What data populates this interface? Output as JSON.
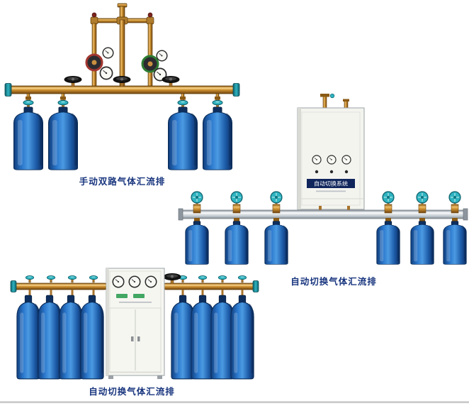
{
  "page": {
    "background_color": "#ffffff"
  },
  "products": [
    {
      "id": "manual-dual-gas-manifold",
      "caption": "手动双路气体汇流排",
      "cylinder_count": 4
    },
    {
      "id": "auto-switch-gas-manifold-wall-cabinet",
      "caption": "自动切换气体汇流排",
      "cabinet_label": "自动切换系统",
      "cylinder_count": 6
    },
    {
      "id": "auto-switch-gas-manifold-floor-cabinet",
      "caption": "自动切换气体汇流排",
      "cylinder_count": 8
    }
  ],
  "colors": {
    "caption_text": "#18357e",
    "cylinder_blue": "#2a77cc",
    "brass_pipe": "#c98c2e",
    "valve_teal": "#2fb3c0",
    "steel_manifold": "#c3cbd1",
    "cabinet_body": "#f5f5f1",
    "cabinet_label_strip": "#10265c"
  }
}
